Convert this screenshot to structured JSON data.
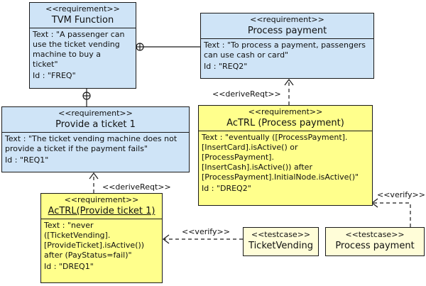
{
  "requirements": {
    "tvm": {
      "stereotype": "<<requirement>>",
      "name": "TVM Function",
      "text": "Text : \"A passenger can\nuse the ticket vending\nmachine to buy a\nticket\"",
      "id": "Id : \"FREQ\""
    },
    "payment": {
      "stereotype": "<<requirement>>",
      "name": "Process payment",
      "text": "Text : \"To process a payment, passengers\ncan use cash or  card\"",
      "id": "Id : \"REQ2\""
    },
    "ticket": {
      "stereotype": "<<requirement>>",
      "name": "Provide a ticket 1",
      "text": "Text : \"The ticket vending machine does not\nprovide a ticket if the payment fails\"",
      "id": "Id : \"REQ1\""
    },
    "actrl_payment": {
      "stereotype": "<<requirement>>",
      "name": "AcTRL (Process payment)",
      "text": "Text : \"eventually ([ProcessPayment].\n[InsertCard].isActive() or\n[ProcessPayment].\n[InsertCash].isActive()) after\n[ProcessPayment].InitialNode.isActive()\"",
      "id": "Id : \"DREQ2\""
    },
    "actrl_ticket": {
      "stereotype": "<<requirement>>",
      "name": "AcTRL(Provide ticket 1)",
      "text": "Text : \"never\n([TicketVending].\n[ProvideTicket].isActive())\nafter (PayStatus=fail)\"",
      "id": "Id : \"DREQ1\""
    }
  },
  "testcases": {
    "vending": {
      "stereotype": "<<testcase>>",
      "name": "TicketVending"
    },
    "payment": {
      "stereotype": "<<testcase>>",
      "name": "Process payment"
    }
  },
  "relations": {
    "derive_payment": "<<deriveReqt>>",
    "derive_ticket": "<<deriveReqt>>",
    "verify_vending": "<<verify>>",
    "verify_payment": "<<verify>>"
  }
}
